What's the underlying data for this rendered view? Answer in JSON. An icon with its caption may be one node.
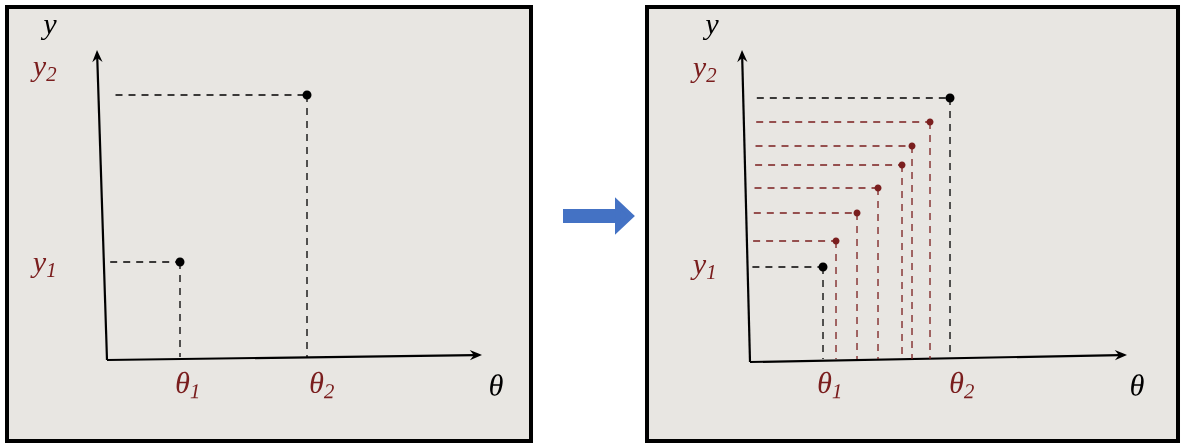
{
  "diagram": {
    "nodes": [
      {
        "text": [],
        "shape": "picture"
      },
      {
        "text": [],
        "shape": "picture"
      }
    ],
    "edges": [
      {
        "from": 0,
        "to": 1,
        "arrow": "to"
      }
    ],
    "labels": [
      "y",
      "y$_{2}$",
      "y$_{1}$",
      "θ$_{1}$",
      "θ$_{2}$",
      "θ",
      "y",
      "y$_{2}$",
      "y$_{1}$",
      "θ$_{1}$",
      "θ$_{2}$",
      "θ"
    ]
  }
}
